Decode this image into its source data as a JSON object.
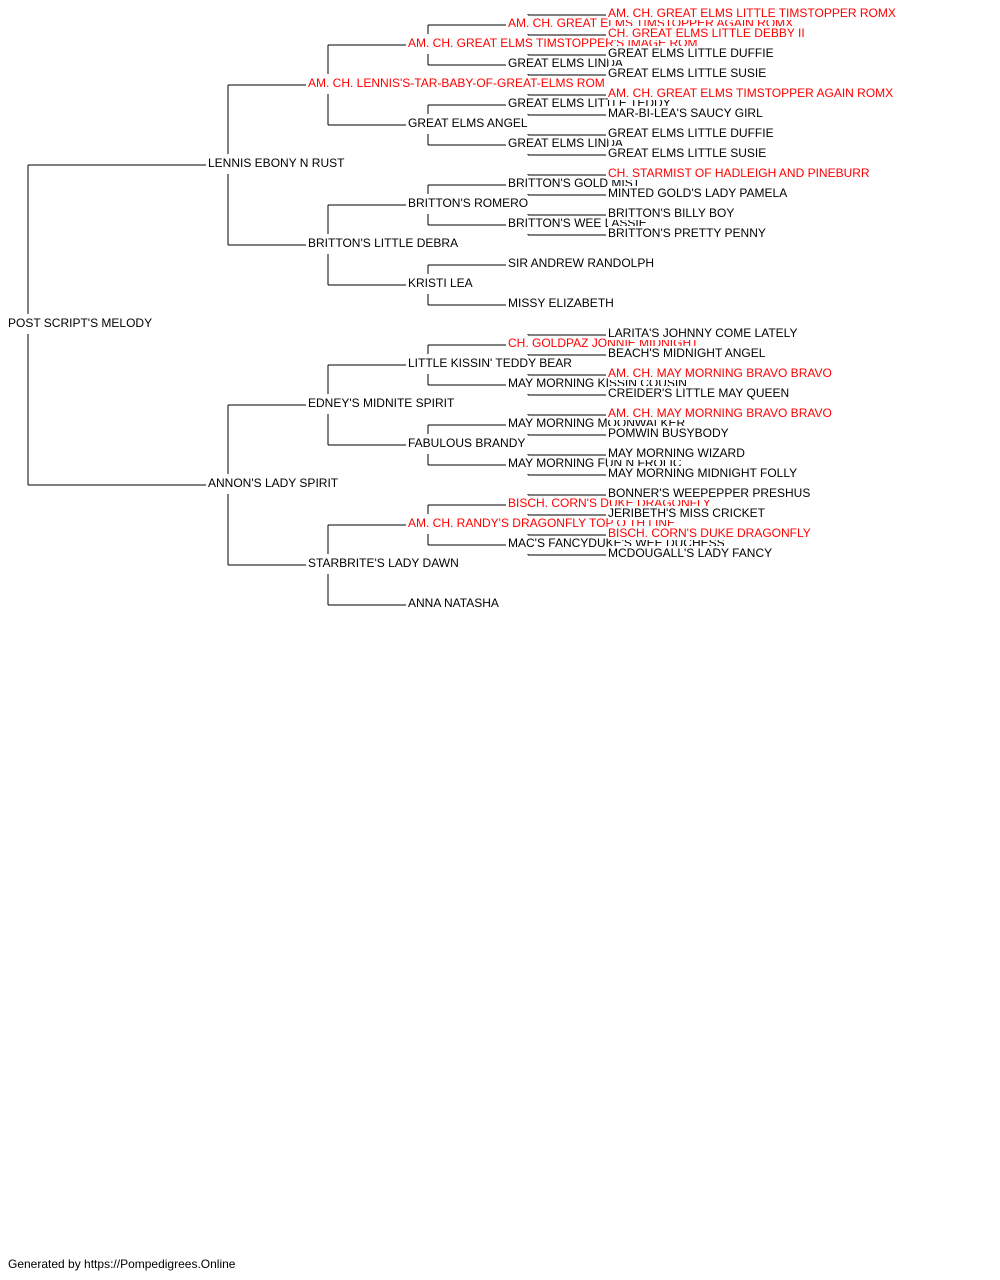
{
  "colors": {
    "line": "#000000",
    "text": "#000000",
    "champion": "#ff0000"
  },
  "pedigree": {
    "subject": {
      "name": "POST SCRIPT'S MELODY",
      "red": false
    },
    "sire": {
      "name": "LENNIS EBONY N RUST",
      "red": false,
      "sire": {
        "name": "AM. CH. LENNIS'S-TAR-BABY-OF-GREAT-ELMS ROM",
        "red": true,
        "sire": {
          "name": "AM. CH. GREAT ELMS TIMSTOPPER'S IMAGE ROM",
          "red": true,
          "sire": {
            "name": "AM. CH. GREAT ELMS TIMSTOPPER AGAIN ROMX",
            "red": true,
            "sire": {
              "name": "AM. CH. GREAT ELMS LITTLE TIMSTOPPER ROMX",
              "red": true
            },
            "dam": {
              "name": "CH. GREAT ELMS LITTLE DEBBY II",
              "red": true
            }
          },
          "dam": {
            "name": "GREAT ELMS LINDA",
            "red": false,
            "sire": {
              "name": "GREAT ELMS LITTLE DUFFIE",
              "red": false
            },
            "dam": {
              "name": "GREAT ELMS LITTLE SUSIE",
              "red": false
            }
          }
        },
        "dam": {
          "name": "GREAT ELMS ANGEL",
          "red": false,
          "sire": {
            "name": "GREAT ELMS LITTLE TEDDY",
            "red": false,
            "sire": {
              "name": "AM. CH. GREAT ELMS TIMSTOPPER AGAIN ROMX",
              "red": true
            },
            "dam": {
              "name": "MAR-BI-LEA'S SAUCY GIRL",
              "red": false
            }
          },
          "dam": {
            "name": "GREAT ELMS LINDA",
            "red": false,
            "sire": {
              "name": "GREAT ELMS LITTLE DUFFIE",
              "red": false
            },
            "dam": {
              "name": "GREAT ELMS LITTLE SUSIE",
              "red": false
            }
          }
        }
      },
      "dam": {
        "name": "BRITTON'S LITTLE DEBRA",
        "red": false,
        "sire": {
          "name": "BRITTON'S ROMERO",
          "red": false,
          "sire": {
            "name": "BRITTON'S GOLD MIST",
            "red": false,
            "sire": {
              "name": "CH. STARMIST OF HADLEIGH AND PINEBURR",
              "red": true
            },
            "dam": {
              "name": "MINTED GOLD'S LADY PAMELA",
              "red": false
            }
          },
          "dam": {
            "name": "BRITTON'S WEE LASSIE",
            "red": false,
            "sire": {
              "name": "BRITTON'S BILLY BOY",
              "red": false
            },
            "dam": {
              "name": "BRITTON'S PRETTY PENNY",
              "red": false
            }
          }
        },
        "dam": {
          "name": "KRISTI LEA",
          "red": false,
          "sire": {
            "name": "SIR ANDREW RANDOLPH",
            "red": false
          },
          "dam": {
            "name": "MISSY ELIZABETH",
            "red": false
          }
        }
      }
    },
    "dam": {
      "name": "ANNON'S LADY SPIRIT",
      "red": false,
      "sire": {
        "name": "EDNEY'S MIDNITE SPIRIT",
        "red": false,
        "sire": {
          "name": "LITTLE KISSIN' TEDDY BEAR",
          "red": false,
          "sire": {
            "name": "CH. GOLDPAZ JONNIE MIDNIGHT",
            "red": true,
            "sire": {
              "name": "LARITA'S JOHNNY COME LATELY",
              "red": false
            },
            "dam": {
              "name": "BEACH'S MIDNIGHT ANGEL",
              "red": false
            }
          },
          "dam": {
            "name": "MAY MORNING KISSIN COUSIN",
            "red": false,
            "sire": {
              "name": "AM. CH. MAY MORNING BRAVO BRAVO",
              "red": true
            },
            "dam": {
              "name": "CREIDER'S LITTLE MAY QUEEN",
              "red": false
            }
          }
        },
        "dam": {
          "name": "FABULOUS BRANDY",
          "red": false,
          "sire": {
            "name": "MAY MORNING MOONWALKER",
            "red": false,
            "sire": {
              "name": "AM. CH. MAY MORNING BRAVO BRAVO",
              "red": true
            },
            "dam": {
              "name": "POMWIN BUSYBODY",
              "red": false
            }
          },
          "dam": {
            "name": "MAY MORNING FUN N FROLIC",
            "red": false,
            "sire": {
              "name": "MAY MORNING WIZARD",
              "red": false
            },
            "dam": {
              "name": "MAY MORNING MIDNIGHT FOLLY",
              "red": false
            }
          }
        }
      },
      "dam": {
        "name": "STARBRITE'S LADY DAWN",
        "red": false,
        "sire": {
          "name": "AM. CH. RANDY'S DRAGONFLY TOP O TH LINE",
          "red": true,
          "sire": {
            "name": "BISCH. CORN'S DUKE DRAGONFLY",
            "red": true,
            "sire": {
              "name": "BONNER'S WEEPEPPER PRESHUS",
              "red": false
            },
            "dam": {
              "name": "JERIBETH'S MISS CRICKET",
              "red": false
            }
          },
          "dam": {
            "name": "MAC'S FANCYDUKE'S WEE DUCHESS",
            "red": false,
            "sire": {
              "name": "BISCH. CORN'S DUKE DRAGONFLY",
              "red": true
            },
            "dam": {
              "name": "MCDOUGALL'S LADY FANCY",
              "red": false
            }
          }
        },
        "dam": {
          "name": "ANNA NATASHA",
          "red": false
        }
      }
    }
  },
  "footer": "Generated by https://Pompedigrees.Online"
}
